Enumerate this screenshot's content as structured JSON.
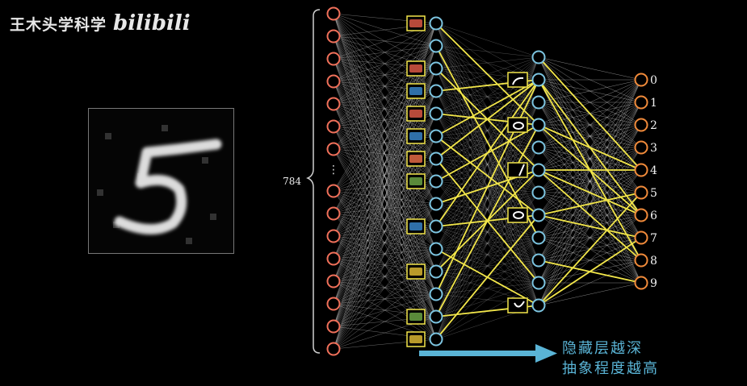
{
  "watermark": {
    "text": "王木头学科学",
    "logo": "bilibili"
  },
  "input_layer": {
    "count_label": "784",
    "ellipsis": "⋮"
  },
  "output_labels": [
    "0",
    "1",
    "2",
    "3",
    "4",
    "5",
    "6",
    "7",
    "8",
    "9"
  ],
  "caption": {
    "line1": "隐藏层越深",
    "line2": "抽象程度越高"
  },
  "colors": {
    "input_node": "#f0705a",
    "hidden_node": "#7cc4e0",
    "output_node": "#f08a3a",
    "highlight_edge": "#f2e64a",
    "arrow": "#5ab4d6"
  }
}
